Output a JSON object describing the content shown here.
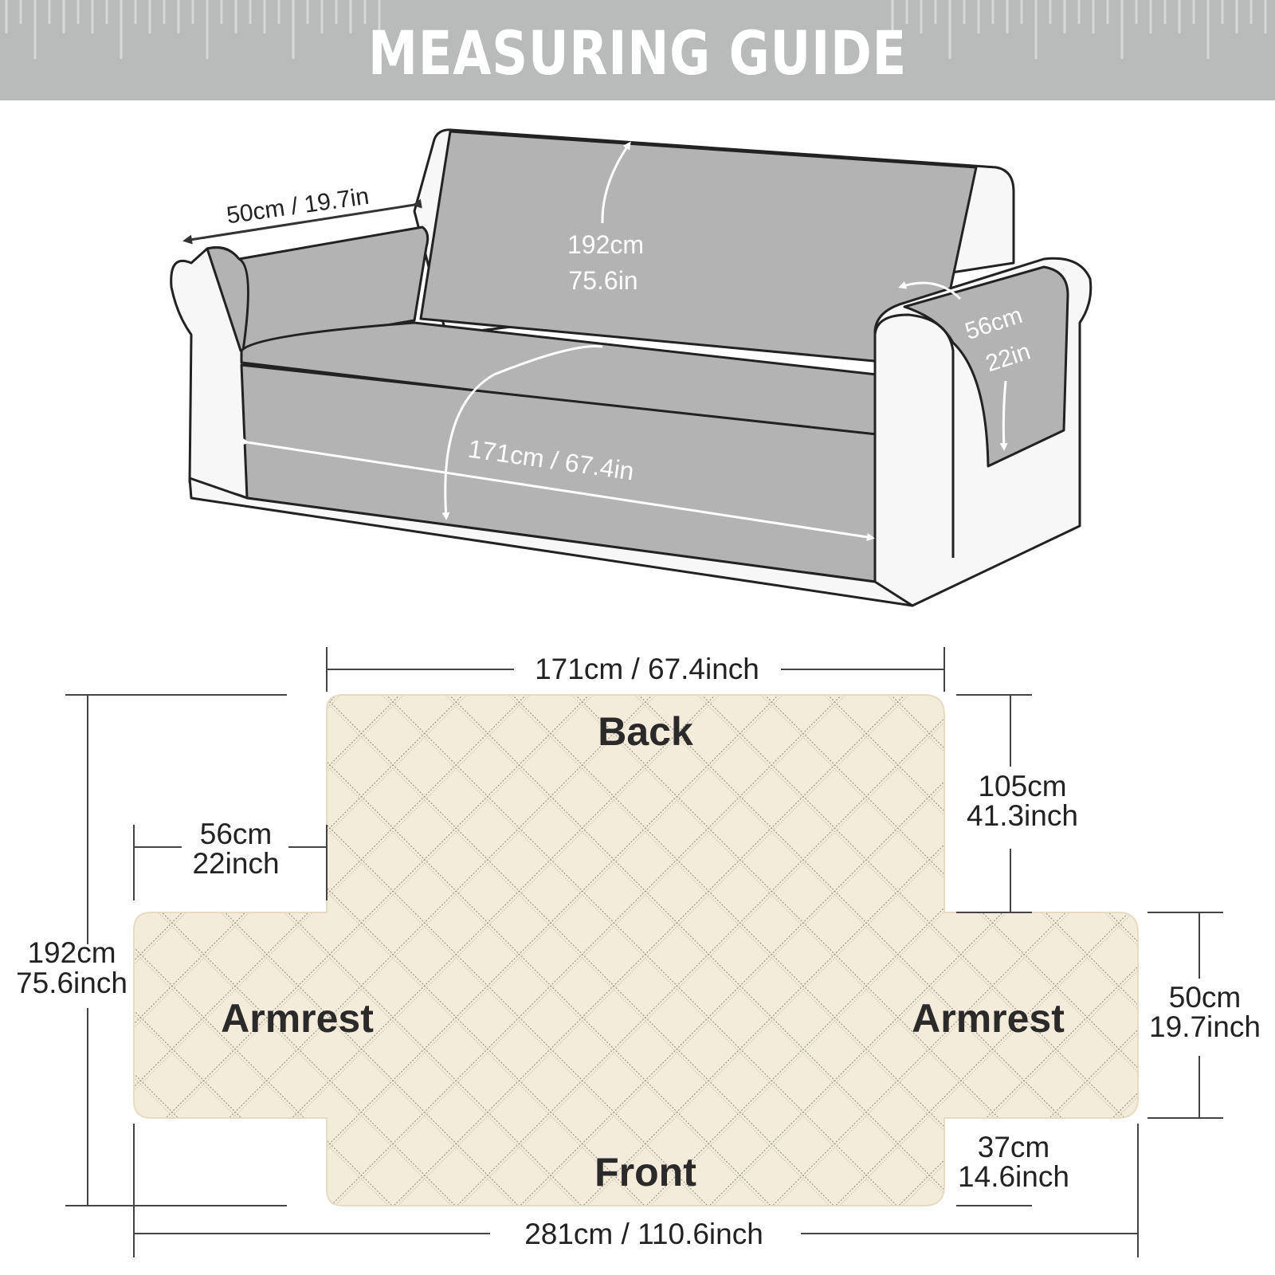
{
  "header": {
    "title": "MEASURING GUIDE"
  },
  "sofa_dimensions": {
    "armrest_depth": "50cm / 19.7in",
    "total_length_cm": "192cm",
    "total_length_in": "75.6in",
    "armrest_length_cm": "56cm",
    "armrest_length_in": "22in",
    "seat_width": "171cm / 67.4in"
  },
  "layout_dimensions": {
    "seat_width": "171cm / 67.4inch",
    "back_length_cm": "105cm",
    "back_length_in": "41.3inch",
    "armrest_length_cm": "56cm",
    "armrest_length_in": "22inch",
    "total_length_cm": "192cm",
    "total_length_in": "75.6inch",
    "armrest_width_cm": "50cm",
    "armrest_width_in": "19.7inch",
    "front_length_cm": "37cm",
    "front_length_in": "14.6inch",
    "total_width": "281cm / 110.6inch"
  },
  "regions": {
    "back": "Back",
    "armrest_left": "Armrest",
    "armrest_right": "Armrest",
    "front": "Front"
  },
  "colors": {
    "header_bg": "#b9bbbb",
    "cover_gray": "#b3b3b3",
    "sofa_body": "#f7f7f7",
    "fabric": "#f4ecda",
    "quilt_line": "#8c8677",
    "outline": "#222222"
  }
}
